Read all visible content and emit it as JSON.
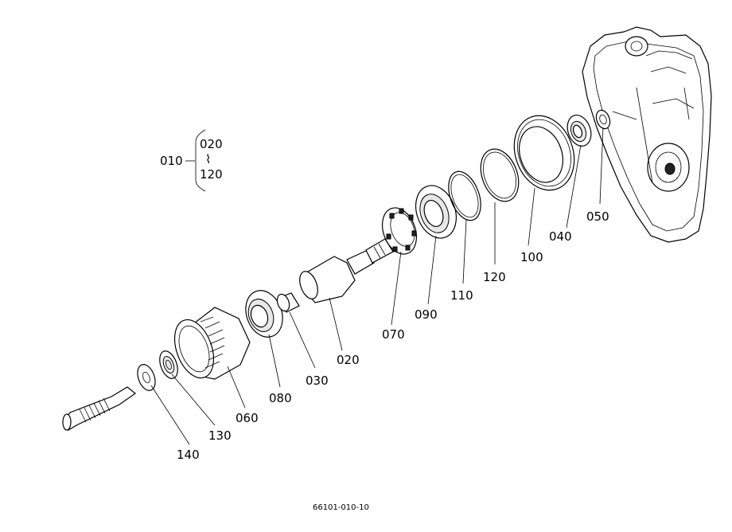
{
  "group": {
    "assembly": "010",
    "range_start": "020",
    "range_sep": "⌇",
    "range_end": "120"
  },
  "parts": [
    {
      "id": "p140",
      "label": "140"
    },
    {
      "id": "p130",
      "label": "130"
    },
    {
      "id": "p060",
      "label": "060"
    },
    {
      "id": "p080",
      "label": "080"
    },
    {
      "id": "p030",
      "label": "030"
    },
    {
      "id": "p020",
      "label": "020"
    },
    {
      "id": "p070",
      "label": "070"
    },
    {
      "id": "p090",
      "label": "090"
    },
    {
      "id": "p110",
      "label": "110"
    },
    {
      "id": "p120",
      "label": "120"
    },
    {
      "id": "p100",
      "label": "100"
    },
    {
      "id": "p040",
      "label": "040"
    },
    {
      "id": "p050",
      "label": "050"
    }
  ],
  "figure_code": "66101-010-10"
}
